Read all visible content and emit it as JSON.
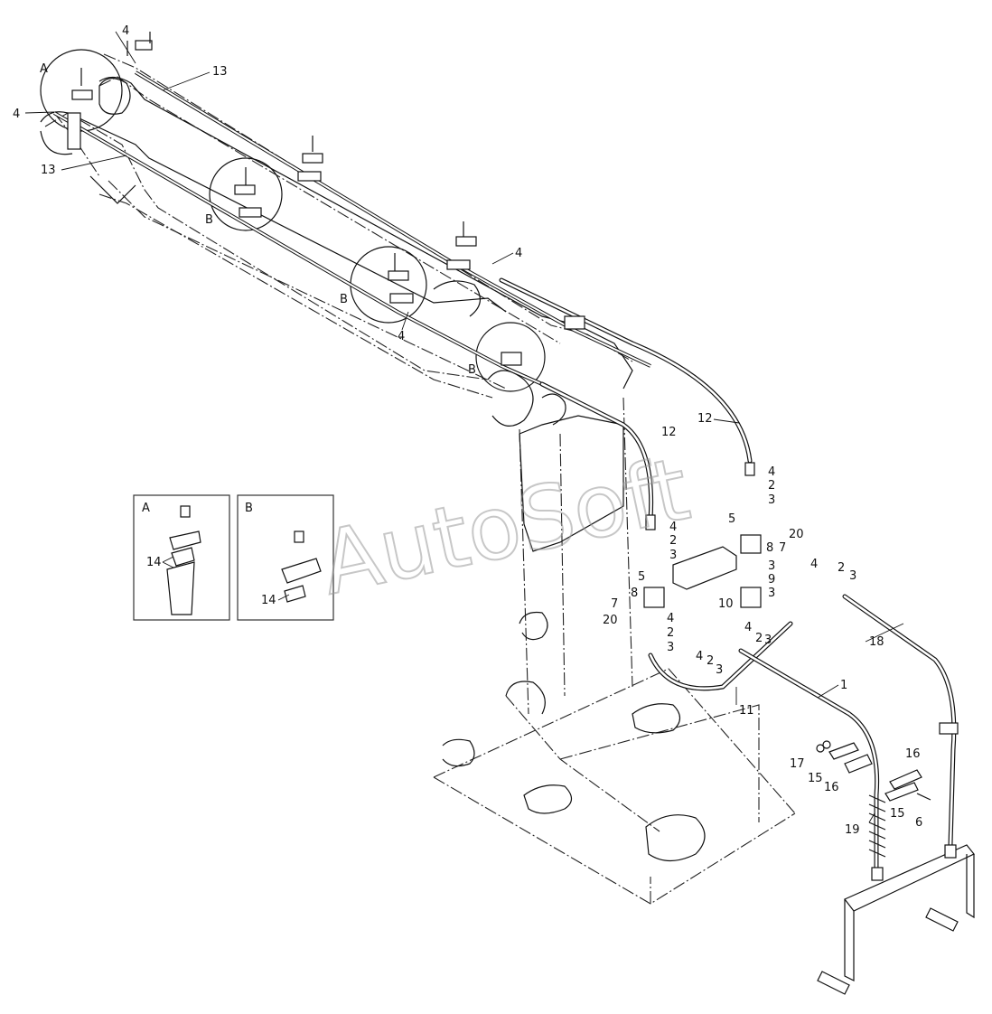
{
  "watermark": "AutoSoft",
  "details": [
    {
      "id": "A",
      "label": "A",
      "callout": "14"
    },
    {
      "id": "B",
      "label": "B",
      "callout": "14"
    }
  ],
  "view_labels": [
    "A",
    "B",
    "B",
    "B"
  ],
  "callouts": [
    "4",
    "4",
    "13",
    "13",
    "4",
    "4",
    "12",
    "12",
    "4",
    "2",
    "3",
    "5",
    "20",
    "8",
    "7",
    "3",
    "9",
    "3",
    "10",
    "4",
    "2",
    "3",
    "4",
    "2",
    "3",
    "18",
    "4",
    "2",
    "3",
    "5",
    "7",
    "8",
    "20",
    "4",
    "2",
    "3",
    "4",
    "2",
    "3",
    "11",
    "1",
    "17",
    "15",
    "16",
    "19",
    "16",
    "15",
    "6"
  ]
}
